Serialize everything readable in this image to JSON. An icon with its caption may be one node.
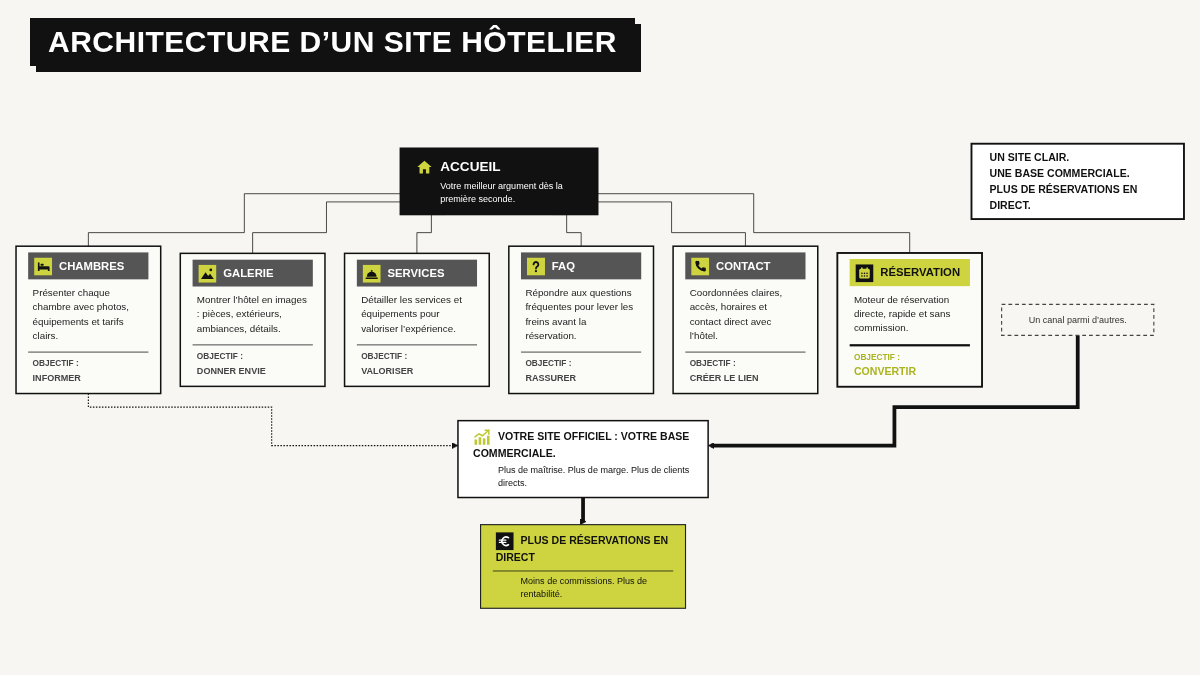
{
  "diagram": {
    "title": "ARCHITECTURE D’UN SITE HÔTELIER",
    "nodes": [
      {
        "text": [
          "UN SITE CLAIR.",
          "UNE BASE COMMERCIALE.",
          "PLUS DE RÉSERVATIONS EN DIRECT."
        ]
      },
      {
        "text": [
          "ACCUEIL",
          "Votre meilleur argument dès la première seconde."
        ]
      },
      {
        "text": [
          "CHAMBRES",
          "Présenter chaque chambre avec photos, équipements et tarifs clairs.",
          "OBJECTIF :",
          "INFORMER"
        ]
      },
      {
        "text": [
          "GALERIE",
          "Montrer l’hôtel en images : pièces, extérieurs, ambiances, détails.",
          "OBJECTIF :",
          "DONNER ENVIE"
        ]
      },
      {
        "text": [
          "SERVICES",
          "Détailler les services et équipements pour valoriser l’expérience.",
          "OBJECTIF :",
          "VALORISER"
        ]
      },
      {
        "text": [
          "FAQ",
          "Répondre aux questions fréquentes pour lever les freins avant la réservation.",
          "OBJECTIF :",
          "RASSURER"
        ]
      },
      {
        "text": [
          "CONTACT",
          "Coordonnées claires, accès, horaires et contact direct avec l’hôtel.",
          "OBJECTIF :",
          "CRÉER LE LIEN"
        ]
      },
      {
        "text": [
          "RÉSERVATION",
          "Moteur de réservation directe, rapide et sans commission.",
          "OBJECTIF :",
          "CONVERTIR"
        ]
      },
      {
        "text": [
          "Un canal parmi d’autres."
        ]
      },
      {
        "text": [
          "VOTRE SITE OFFICIEL : VOTRE BASE COMMERCIALE.",
          "Plus de maîtrise. Plus de marge. Plus de clients directs."
        ]
      },
      {
        "text": [
          "PLUS DE RÉSERVATIONS EN DIRECT",
          "Moins de commissions. Plus de rentabilité."
        ]
      }
    ],
    "edges": [
      {
        "from": 1,
        "to": 2,
        "arrow": "none"
      },
      {
        "from": 1,
        "to": 3,
        "arrow": "none"
      },
      {
        "from": 1,
        "to": 4,
        "arrow": "none"
      },
      {
        "from": 1,
        "to": 5,
        "arrow": "none"
      },
      {
        "from": 1,
        "to": 6,
        "arrow": "none"
      },
      {
        "from": 1,
        "to": 7,
        "arrow": "none"
      },
      {
        "from": 2,
        "to": 9,
        "arrow": "to",
        "style": "dashed"
      },
      {
        "from": 8,
        "to": 9,
        "arrow": "to",
        "style": "thick"
      },
      {
        "from": 9,
        "to": 10,
        "arrow": "to",
        "style": "thick"
      }
    ]
  }
}
